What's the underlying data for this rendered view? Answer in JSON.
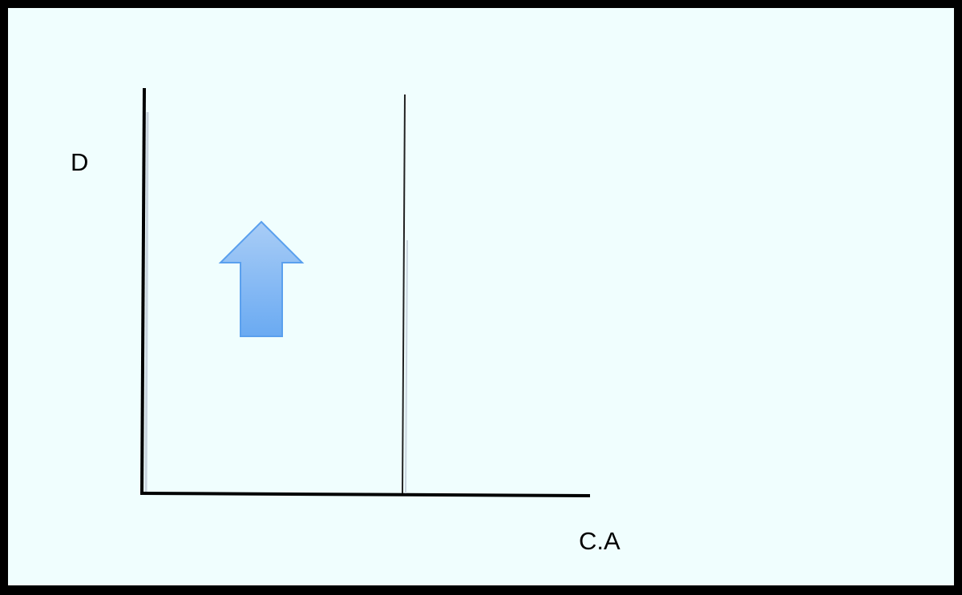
{
  "diagram": {
    "y_axis_label": "D",
    "x_axis_label": "C.A",
    "colors": {
      "background": "#f0fefe",
      "border": "#000000",
      "axis": "#000000",
      "divider": "#222222",
      "arrow_fill_top": "#a9cdf6",
      "arrow_fill_bottom": "#6aaaf2",
      "arrow_stroke": "#5aa0ee"
    },
    "arrow": {
      "direction": "up",
      "icon": "up-arrow-icon"
    }
  }
}
